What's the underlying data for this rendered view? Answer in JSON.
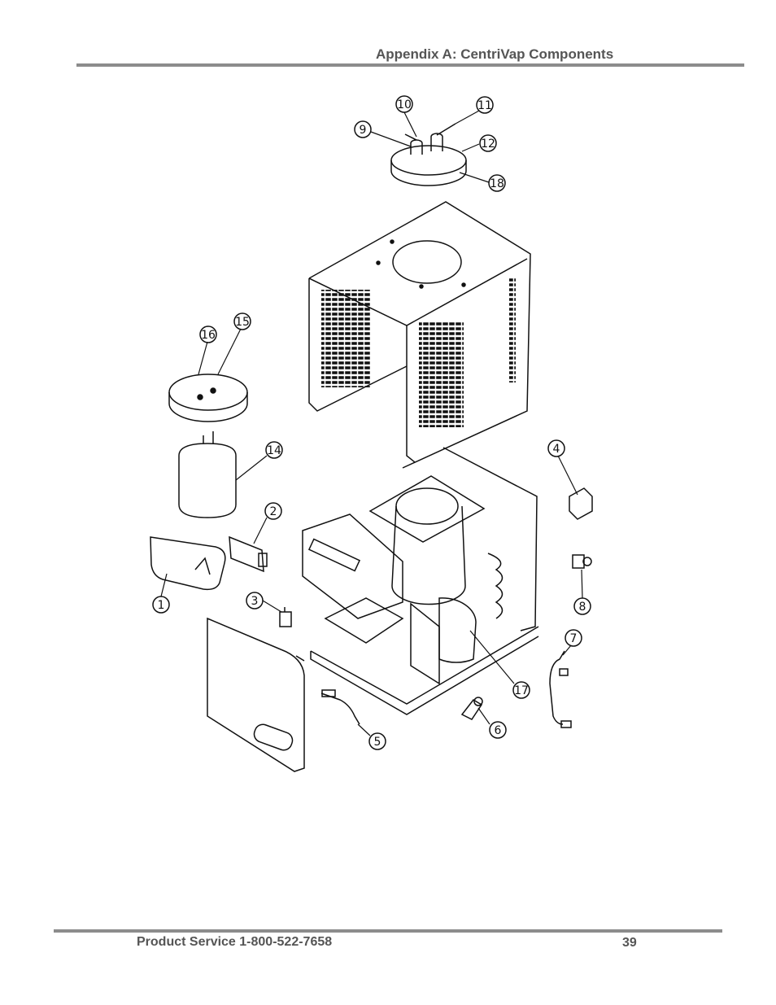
{
  "header": {
    "title": "Appendix A: CentriVap Components"
  },
  "footer": {
    "service": "Product Service 1-800-522-7658",
    "page_number": "39"
  },
  "callouts": [
    "1",
    "2",
    "3",
    "4",
    "5",
    "6",
    "7",
    "8",
    "9",
    "10",
    "11",
    "12",
    "14",
    "15",
    "16",
    "17",
    "18"
  ]
}
